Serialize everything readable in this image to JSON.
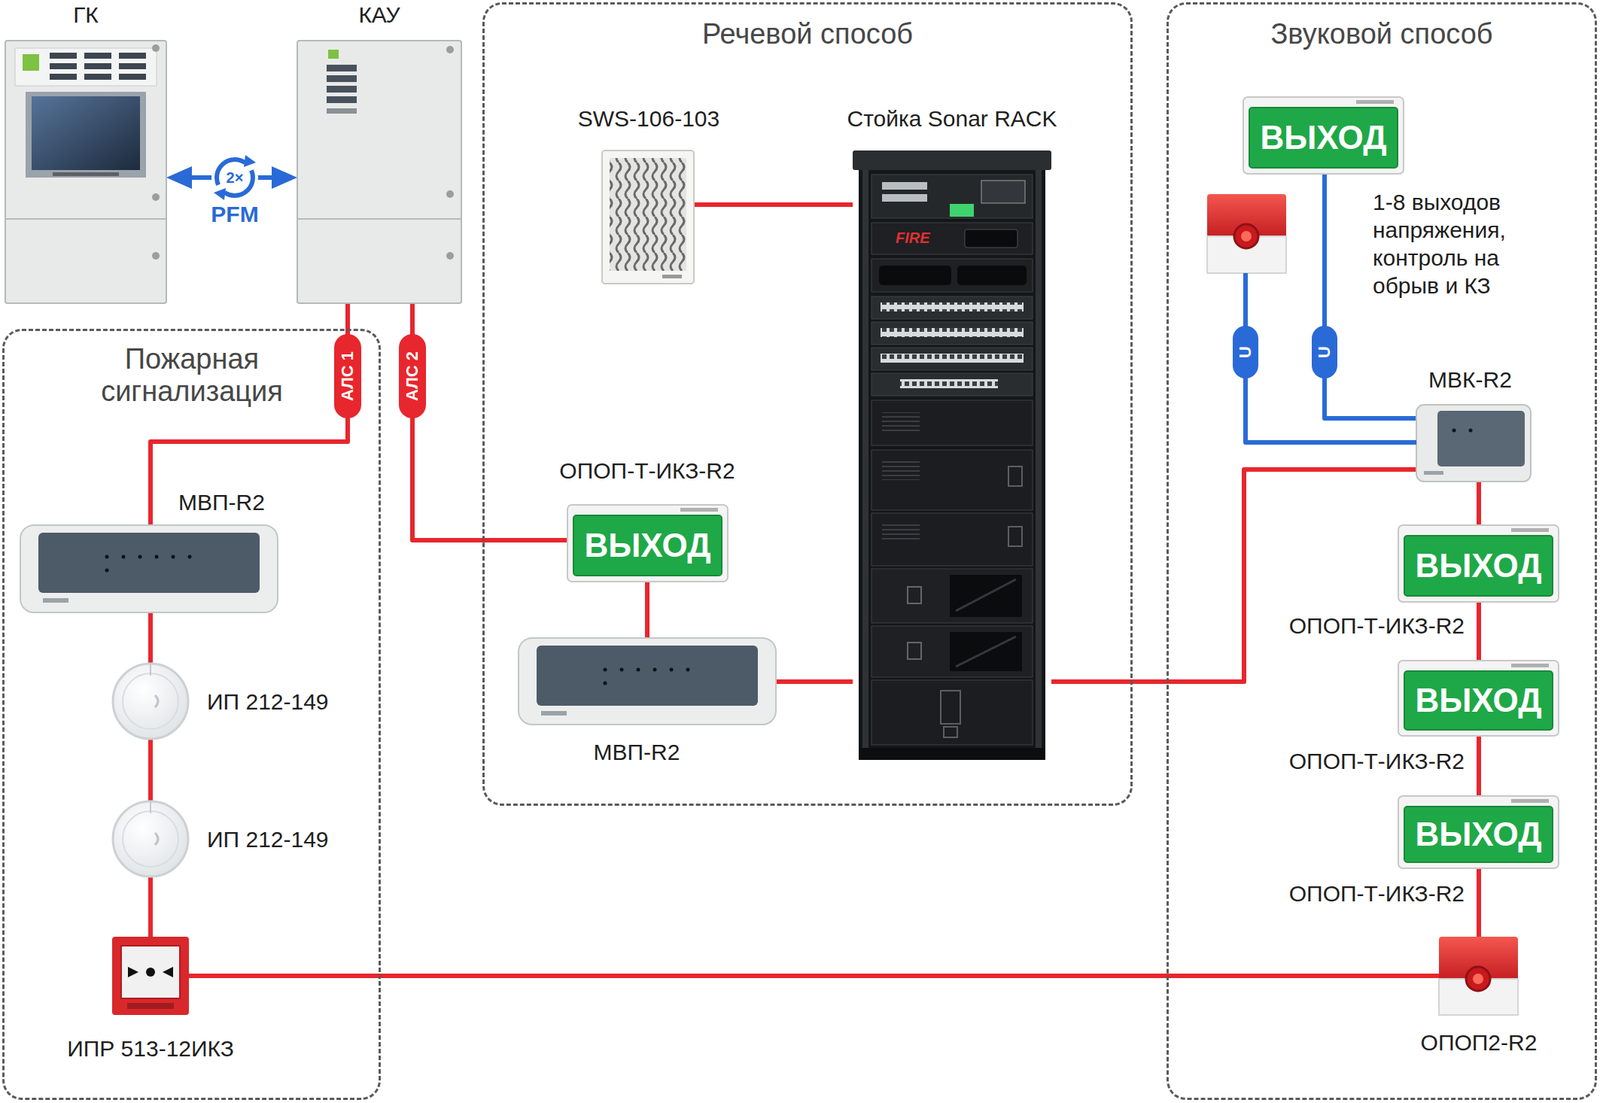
{
  "diagram": {
    "nodes": [
      {
        "text": [
          "ГК"
        ]
      },
      {
        "text": [
          "КАУ"
        ]
      },
      {
        "text": [
          "Речевой способ"
        ]
      },
      {
        "text": [
          "SWS-106-103"
        ],
        "in": 2
      },
      {
        "text": [
          "Стойка Sonar RACK"
        ],
        "in": 2
      },
      {
        "text": [
          "ОПОП-Т-ИКЗ-R2",
          "ВЫХОД"
        ],
        "in": 2
      },
      {
        "text": [
          "МВП-R2"
        ],
        "in": 2
      },
      {
        "text": [
          "Звуковой способ"
        ]
      },
      {
        "text": [
          "ВЫХОД"
        ],
        "in": 7
      },
      {
        "text": [
          "МВК-R2"
        ],
        "in": 7
      },
      {
        "text": [
          "ОПОП-Т-ИКЗ-R2",
          "ВЫХОД"
        ],
        "in": 7
      },
      {
        "text": [
          "ОПОП-Т-ИКЗ-R2",
          "ВЫХОД"
        ],
        "in": 7
      },
      {
        "text": [
          "ОПОП-Т-ИКЗ-R2",
          "ВЫХОД"
        ],
        "in": 7
      },
      {
        "text": [
          "ОПОП2-R2"
        ],
        "in": 7
      },
      {
        "text": [
          "Пожарная сигнализация"
        ]
      },
      {
        "text": [
          "МВП-R2"
        ],
        "in": 14
      },
      {
        "text": [
          "ИП 212-149"
        ],
        "in": 14
      },
      {
        "text": [
          "ИП 212-149"
        ],
        "in": 14
      },
      {
        "text": [
          "ИПР 513-12ИКЗ"
        ],
        "in": 14
      }
    ],
    "edges": [
      {
        "from": 0,
        "to": 1,
        "label": "PFM",
        "arrow": "both"
      },
      {
        "from": 1,
        "to": 15,
        "label": "АЛС 1",
        "arrow": "none"
      },
      {
        "from": 1,
        "to": 5,
        "label": "АЛС 2",
        "arrow": "none"
      },
      {
        "from": 3,
        "to": 4,
        "arrow": "none"
      },
      {
        "from": 5,
        "to": 6,
        "arrow": "none"
      },
      {
        "from": 6,
        "to": 4,
        "arrow": "none"
      },
      {
        "from": 4,
        "to": 9,
        "arrow": "none"
      },
      {
        "from": 9,
        "to": 10,
        "arrow": "none"
      },
      {
        "from": 10,
        "to": 11,
        "arrow": "none"
      },
      {
        "from": 11,
        "to": 12,
        "arrow": "none"
      },
      {
        "from": 12,
        "to": 13,
        "arrow": "none"
      },
      {
        "from": 15,
        "to": 16,
        "arrow": "none"
      },
      {
        "from": 16,
        "to": 17,
        "arrow": "none"
      },
      {
        "from": 17,
        "to": 18,
        "arrow": "none"
      },
      {
        "from": 18,
        "to": 13,
        "arrow": "none"
      },
      {
        "from": 8,
        "to": 9,
        "label": "U",
        "arrow": "none"
      }
    ],
    "labels": [
      "2×",
      "1-8 выходов напряжения, контроль на обрыв и КЗ",
      "U",
      "FIRE"
    ]
  }
}
